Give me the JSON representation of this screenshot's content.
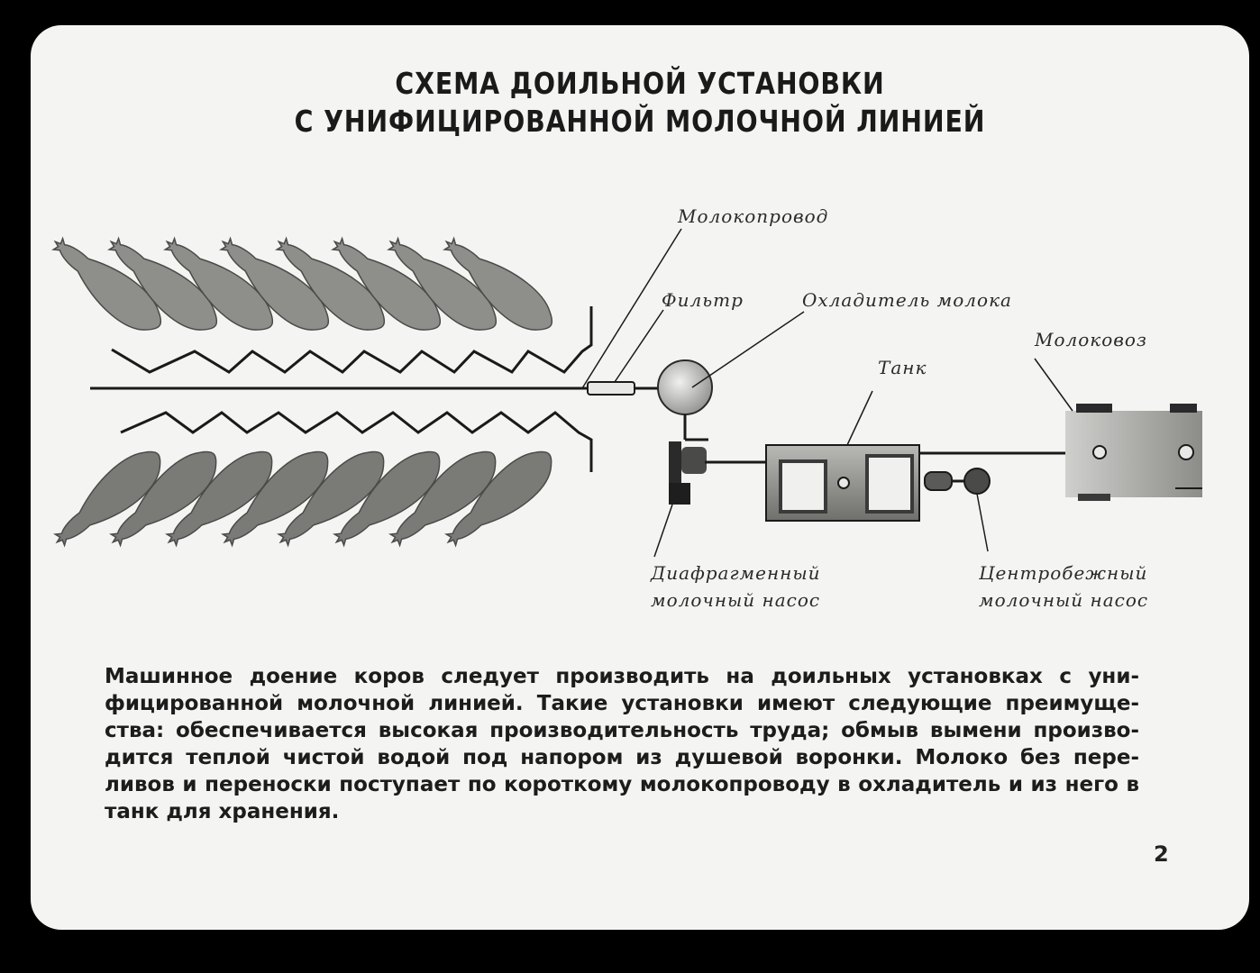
{
  "title": {
    "line1": "СХЕМА ДОИЛЬНОЙ УСТАНОВКИ",
    "line2": "С УНИФИЦИРОВАННОЙ МОЛОЧНОЙ ЛИНИЕЙ"
  },
  "labels": {
    "pipeline": "Молокопровод",
    "filter": "Фильтр",
    "cooler": "Охладитель молока",
    "tank": "Танк",
    "milk_truck": "Молоковоз",
    "diaphragm_pump_line1": "Диафрагменный",
    "diaphragm_pump_line2": "молочный насос",
    "centrifugal_pump_line1": "Центробежный",
    "centrifugal_pump_line2": "молочный насос"
  },
  "description": "Машинное доение коров следует производить на доильных установках с уни­фицированной молочной линией. Такие установки имеют следующие преимуще­ства: обеспечивается высокая производительность труда; обмыв вымени произво­дится теплой чистой водой под напором из душевой воронки. Молоко без пере­ливов и переноски поступает по короткому молокопроводу в охладитель и из него в танк для хранения.",
  "page_number": "2",
  "cows": {
    "top_row": 8,
    "bottom_row": 8
  }
}
